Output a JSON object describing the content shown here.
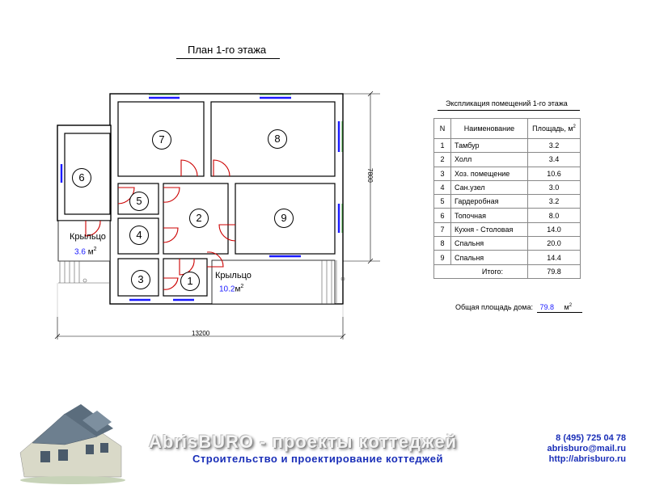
{
  "plan": {
    "title": "План 1-го этажа",
    "rooms": [
      "1",
      "2",
      "3",
      "4",
      "5",
      "6",
      "7",
      "8",
      "9"
    ],
    "porch_left": {
      "label": "Крыльцо",
      "area": "3.6",
      "unit": "м"
    },
    "porch_right": {
      "label": "Крыльцо",
      "area": "10.2",
      "unit": "м"
    },
    "dim_width": "13200",
    "dim_height": "7800"
  },
  "table": {
    "title": "Экспликация помещений 1-го этажа",
    "header": {
      "n": "N",
      "name": "Наименование",
      "area": "Площадь, м"
    },
    "rows": [
      {
        "n": "1",
        "name": "Тамбур",
        "area": "3.2"
      },
      {
        "n": "2",
        "name": "Холл",
        "area": "3.4"
      },
      {
        "n": "3",
        "name": "Хоз. помещение",
        "area": "10.6"
      },
      {
        "n": "4",
        "name": "Сан.узел",
        "area": "3.0"
      },
      {
        "n": "5",
        "name": "Гардеробная",
        "area": "3.2"
      },
      {
        "n": "6",
        "name": "Топочная",
        "area": "8.0"
      },
      {
        "n": "7",
        "name": "Кухня - Столовая",
        "area": "14.0"
      },
      {
        "n": "8",
        "name": "Спальня",
        "area": "20.0"
      },
      {
        "n": "9",
        "name": "Спальня",
        "area": "14.4"
      }
    ],
    "total_label": "Итого:",
    "total_value": "79.8"
  },
  "total_area": {
    "label": "Общая площадь дома:",
    "value": "79.8",
    "unit": "м"
  },
  "footer": {
    "brand": "AbrisBURO - проекты коттеджей",
    "tagline": "Строительство и проектирование коттеджей",
    "phone": "8 (495) 725 04 78",
    "email": "abrisburo@mail.ru",
    "site": "http://abrisburo.ru"
  },
  "colors": {
    "wall": "#000000",
    "window": "#1a1aff",
    "door": "#cc0000",
    "brand_blue": "#1a2fb8"
  }
}
